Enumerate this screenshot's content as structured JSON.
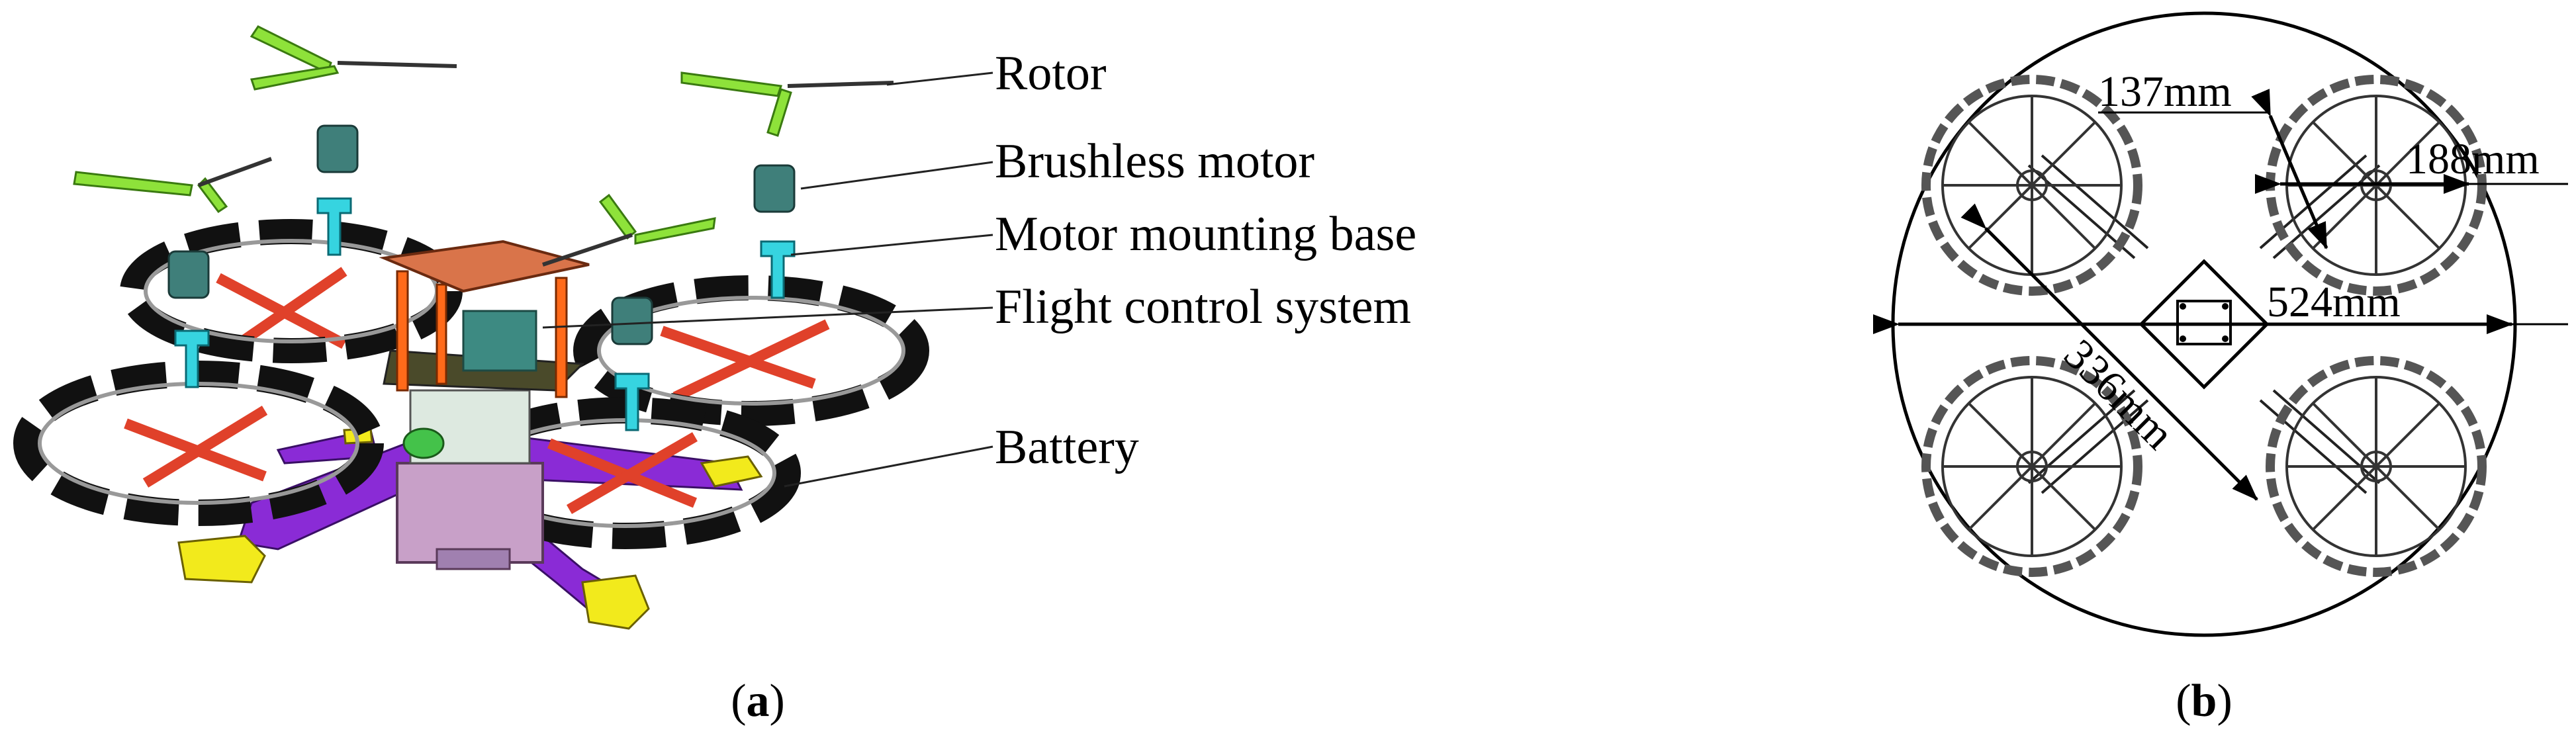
{
  "panel_a": {
    "labels": {
      "rotor": "Rotor",
      "brushless_motor": "Brushless motor",
      "motor_mounting_base": "Motor mounting base",
      "flight_control_system": "Flight control system",
      "battery": "Battery"
    },
    "caption": {
      "open": "(",
      "letter": "a",
      "close": ")"
    }
  },
  "panel_b": {
    "dimensions": {
      "wheel_inner": "137mm",
      "wheel_outer": "188mm",
      "overall_diameter": "524mm",
      "diagonal": "336mm"
    },
    "caption": {
      "open": "(",
      "letter": "b",
      "close": ")"
    }
  },
  "colors": {
    "propeller": "#8ee23a",
    "motor": "#3f7f7a",
    "mount": "#36d4e0",
    "ring_black": "#111111",
    "spoke_red": "#e0412a",
    "arm_purple": "#8a2bd6",
    "foot_yellow": "#f2ea1c",
    "plate_orange": "#d9744a",
    "column_orange": "#ff6a1a",
    "fc_green": "#3d8a82",
    "battery_pink": "#c8a0c8"
  }
}
